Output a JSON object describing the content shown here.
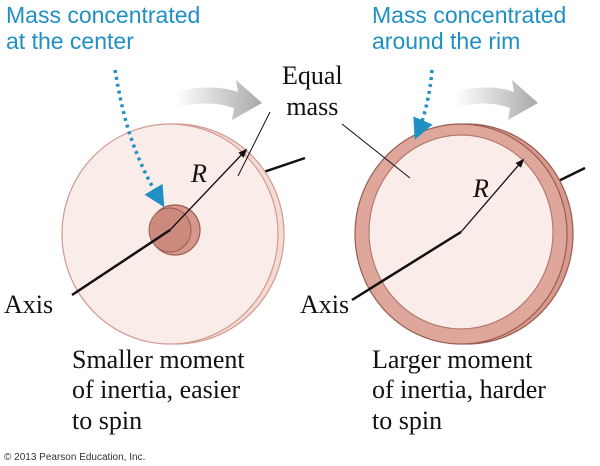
{
  "left": {
    "annotation": "Mass concentrated\nat the center",
    "radius_label": "R",
    "axis_label": "Axis",
    "caption": "Smaller moment\nof inertia, easier\nto spin"
  },
  "right": {
    "annotation": "Mass concentrated\naround the rim",
    "radius_label": "R",
    "axis_label": "Axis",
    "caption": "Larger moment\nof inertia, harder\nto spin"
  },
  "shared": {
    "equal_mass_label": "Equal\nmass"
  },
  "copyright": "© 2013 Pearson Education, Inc.",
  "colors": {
    "annotation_blue": "#1f8fc4",
    "disk_fill": "#f8e4df",
    "disk_edge": "#cf9b91",
    "hub_fill": "#d08f84",
    "rim_fill": "#d89a8e",
    "arrow_gray": "#b3b3b3"
  }
}
